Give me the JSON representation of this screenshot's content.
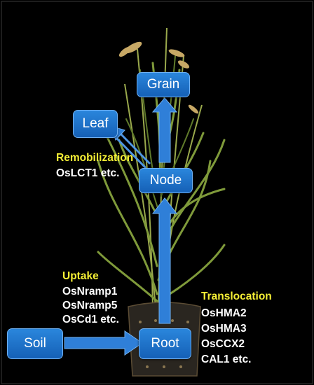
{
  "nodes": {
    "grain": "Grain",
    "leaf": "Leaf",
    "node": "Node",
    "soil": "Soil",
    "root": "Root"
  },
  "labels": {
    "remobilization_title": "Remobilization",
    "remobilization_genes": "OsLCT1 etc.",
    "uptake_title": "Uptake",
    "uptake_genes": "OsNramp1\nOsNramp5\nOsCd1 etc.",
    "translocation_title": "Translocation",
    "translocation_genes": "OsHMA2\nOsHMA3\nOsCCX2\nCAL1 etc."
  },
  "colors": {
    "background": "#000000",
    "box_fill": "#1f6fca",
    "arrow": "#2f7fd8",
    "title_text": "#f5ef35",
    "gene_text": "#ffffff"
  }
}
